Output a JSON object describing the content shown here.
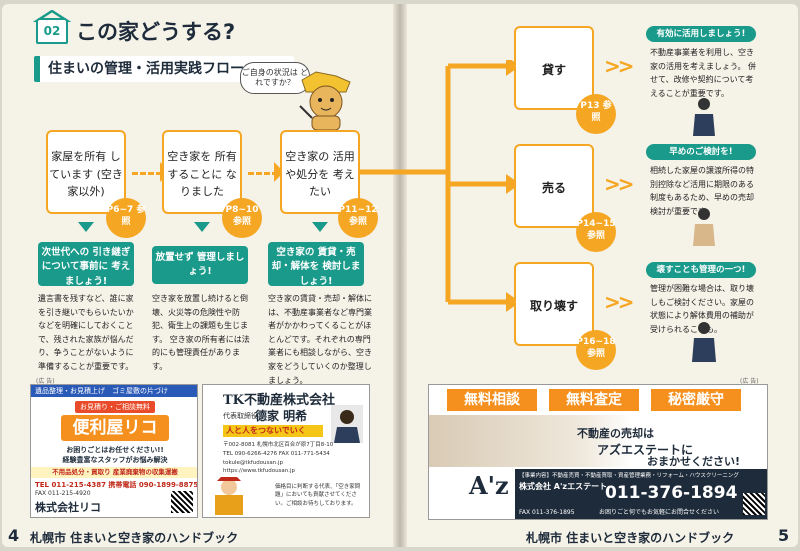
{
  "heading": {
    "number": "02",
    "title": "この家どうする?",
    "subtitle": "住まいの管理・活用実践フロー",
    "bubble": "ご自身の状況は どれですか？"
  },
  "flow": [
    {
      "label": "家屋を所有 しています (空き家以外)",
      "ref": "P6~7 参照",
      "tip": "次世代への 引き継ぎについて事前に 考えましょう!",
      "desc": "遺言書を残すなど、誰に家を引き継いでもらいたいかなどを明確にしておくことで、残された家族が悩んだり、争うことがないように準備することが重要です。"
    },
    {
      "label": "空き家を 所有することに なりました",
      "ref": "P8~10 参照",
      "tip": "放置せず 管理しましょう!",
      "desc": "空き家を放置し続けると倒壊、火災等の危険性や防犯、衛生上の課題も生じます。 空き家の所有者には法的にも管理責任があります。"
    },
    {
      "label": "空き家の 活用や処分を 考えたい",
      "ref": "P11~12 参照",
      "tip": "空き家の 賃貸・売却・解体を 検討しましょう!",
      "desc": "空き家の賃貸・売却・解体には、不動産事業者など専門業者がかかわってくることがほとんどです。それぞれの専門業者にも相談しながら、空き家をどうしていくのか整理しましょう。"
    }
  ],
  "options": [
    {
      "label": "貸す",
      "ref": "P13 参照",
      "pill": "有効に活用しましょう!",
      "desc": "不動産事業者を利用し、空き家の活用を考えましょう。 併せて、改修や契約について考えることが重要です。"
    },
    {
      "label": "売る",
      "ref": "P14~15 参照",
      "pill": "早めのご検討を!",
      "desc": "相続した家屋の譲渡所得の特別控除など活用に期限のある制度もあるため、早めの売却検討が重要です。"
    },
    {
      "label": "取り壊す",
      "ref": "P16~18 参照",
      "pill": "壊すことも管理の一つ!",
      "desc": "管理が困難な場合は、取り壊しもご検討ください。家屋の状態により解体費用の補助が受けられることも。"
    }
  ],
  "ads": {
    "label_left": "(広 告)",
    "label_right": "(広 告)",
    "ad1": {
      "top": "遺品整理・お見積上げ",
      "top2": "ゴミ屋敷の片づけ",
      "ribbon": "お見積り・ご相談無料",
      "name": "便利屋リコ",
      "tag1": "お困りごとはお任せください!!",
      "tag2": "経験豊富なスタッフがお悩み解決",
      "services": "不用品処分・買取り 産業廃棄物の収集運搬",
      "tel": "TEL 011-215-4387",
      "mobile": "携帯電話 090-1899-8875",
      "fax": "FAX 011-215-4920",
      "company": "株式会社リコ"
    },
    "ad2": {
      "company": "TK不動産株式会社",
      "role": "代表取締役",
      "name": "德家 明希",
      "slogan": "人と人をつないでいく",
      "address": "〒002-8081 札幌市北区百合が原7丁目8-10",
      "tel": "TEL 090-6266-4276",
      "fax": "FAX 011-771-5434",
      "mail": "tokule@tkfudousan.jp",
      "web": "https://www.tkfudousan.jp",
      "note": "価格目に判断する代表、「空き家問題」においても貢献させてください。ご相談お待ちしております。"
    },
    "ad3": {
      "tag1": "無料相談",
      "tag2": "無料査定",
      "tag3": "秘密厳守",
      "headline": "不動産の売却は",
      "headline2": "アズエステートに",
      "headline3": "おまかせください!",
      "logo": "A'z",
      "services": "【事業内容】不動産売買・不動産買取・資産管理業務・リフォーム・ハウスクリーニング",
      "company": "株式会社 A'zエステート",
      "tel": "011-376-1894",
      "fax": "FAX 011-376-1895",
      "note": "お困りごと何でもお気軽にお問合せください"
    }
  },
  "footer": {
    "left_num": "4",
    "left_text": "札幌市 住まいと空き家のハンドブック",
    "right_text": "札幌市 住まいと空き家のハンドブック",
    "right_num": "5"
  }
}
